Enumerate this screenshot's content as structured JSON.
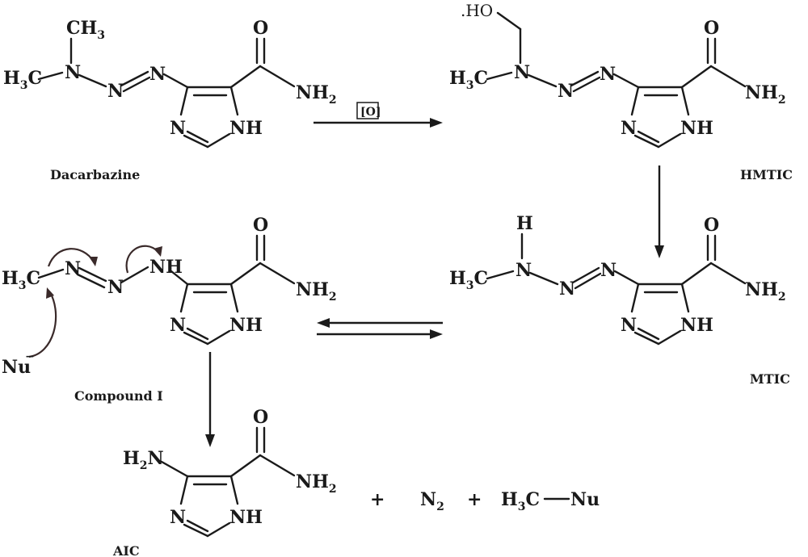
{
  "molecules": {
    "dacarbazine": {
      "name": "Dacarbazine",
      "ch3_top": "CH",
      "ch3_top_sub": "3",
      "h3c": "H",
      "h3c_sub": "3",
      "h3c_c": "C",
      "n1": "N",
      "n2": "N",
      "n3": "N",
      "o": "O",
      "nh2": "NH",
      "nh2_sub": "2",
      "ring_n": "N",
      "ring_nh": "NH"
    },
    "hmtic": {
      "name": "HMTIC",
      "ho": ".HO",
      "h3c": "H",
      "h3c_sub": "3",
      "h3c_c": "C",
      "n1": "N",
      "n2": "N",
      "n3": "N",
      "o": "O",
      "nh2": "NH",
      "nh2_sub": "2",
      "ring_n": "N",
      "ring_nh": "NH"
    },
    "mtic": {
      "name": "MTIC",
      "h": "H",
      "h3c": "H",
      "h3c_sub": "3",
      "h3c_c": "C",
      "n1": "N",
      "n2": "N",
      "n3": "N",
      "o": "O",
      "nh2": "NH",
      "nh2_sub": "2",
      "ring_n": "N",
      "ring_nh": "NH"
    },
    "compound1": {
      "name": "Compound I",
      "h3c": "H",
      "h3c_sub": "3",
      "h3c_c": "C",
      "n1": "N",
      "n2": "N",
      "nh": "NH",
      "o": "O",
      "nh2": "NH",
      "nh2_sub": "2",
      "ring_n": "N",
      "ring_nh": "NH",
      "nu": "Nu"
    },
    "aic": {
      "name": "AIC",
      "h2n": "H",
      "h2n_sub": "2",
      "h2n_n": "N",
      "o": "O",
      "nh2": "NH",
      "nh2_sub": "2",
      "ring_n": "N",
      "ring_nh": "NH"
    }
  },
  "byproducts": {
    "plus1": "+",
    "n2": "N",
    "n2_sub": "2",
    "plus2": "+",
    "h3c": "H",
    "h3c_sub": "3",
    "h3c_c": "C",
    "nu": "Nu"
  },
  "reagent_label": "[O]"
}
